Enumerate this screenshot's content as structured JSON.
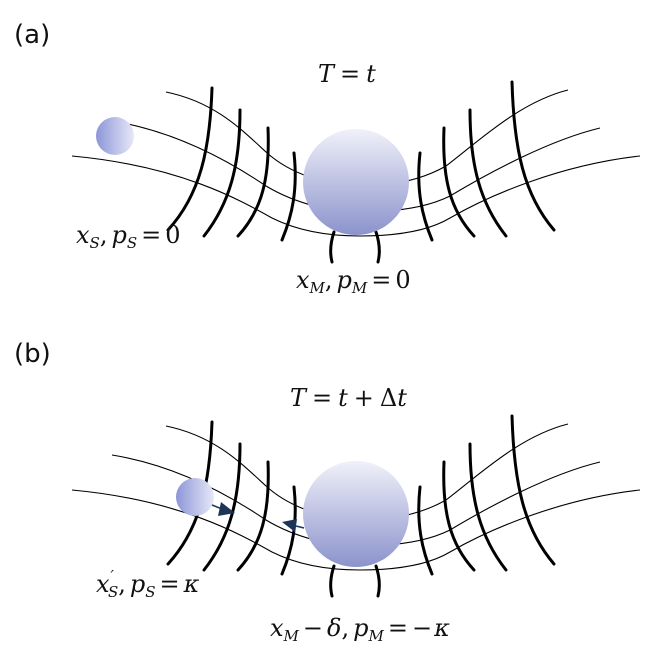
{
  "panels": [
    {
      "label": "(a)",
      "time": {
        "lhs": "T",
        "eq": "=",
        "rhs": "t"
      },
      "small_body": {
        "var": "x",
        "sub": "S",
        "p": "p",
        "p_sub": "S",
        "eq": "=",
        "val": "0"
      },
      "massive_body": {
        "var": "x",
        "sub": "M",
        "p": "p",
        "p_sub": "M",
        "eq": "=",
        "val": "0"
      }
    },
    {
      "label": "(b)",
      "time": {
        "lhs": "T",
        "eq": "=",
        "rhs": "t",
        "plus": "+",
        "delta": "Δ",
        "dt": "t"
      },
      "small_body": {
        "var": "x",
        "prime": "′",
        "sub": "S",
        "p": "p",
        "p_sub": "S",
        "eq": "=",
        "val": "κ"
      },
      "massive_body": {
        "var": "x",
        "sub": "M",
        "minus": "−",
        "delta": "δ",
        "p": "p",
        "p_sub": "M",
        "eq": "=",
        "neg": "−",
        "val": "κ"
      }
    }
  ],
  "colors": {
    "sphere_top": "#f0f1f9",
    "sphere_bottom": "#8b93cc",
    "small_sphere_left": "#8d96d8",
    "small_sphere_right": "#e6e8f6",
    "arrow": "#1e3558"
  }
}
